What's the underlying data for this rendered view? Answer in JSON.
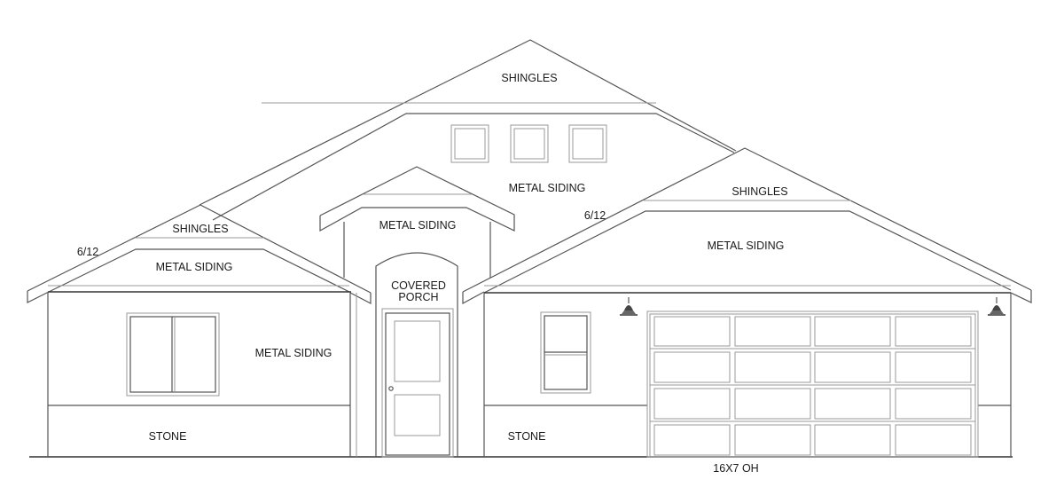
{
  "drawing": {
    "type": "front elevation",
    "stroke_color": "#555555",
    "background": "#ffffff"
  },
  "labels": {
    "main_roof_shingles": "SHINGLES",
    "main_gable_siding": "METAL SIDING",
    "left_wing_shingles": "SHINGLES",
    "left_wing_gable_siding": "METAL SIDING",
    "left_wing_wall_siding": "METAL SIDING",
    "left_wing_stone": "STONE",
    "left_pitch": "6/12",
    "center_pitch": "6/12",
    "porch_gable_siding": "METAL SIDING",
    "porch_line1": "COVERED",
    "porch_line2": "PORCH",
    "right_wing_shingles": "SHINGLES",
    "right_wing_gable_siding": "METAL SIDING",
    "right_wing_stone": "STONE",
    "garage_door": "16X7 OH"
  },
  "garage_door": {
    "rows": 4,
    "cols": 4
  },
  "gable_vents": {
    "count": 3
  }
}
